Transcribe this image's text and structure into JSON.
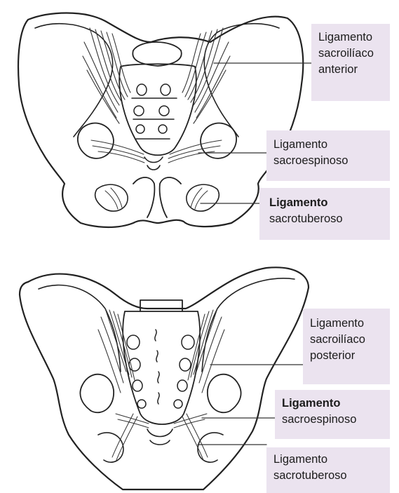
{
  "figure": {
    "anterior_view": {
      "labels": [
        {
          "id": "sacroiliaco-anterior",
          "lines": [
            "Ligamento",
            "sacroilíaco",
            "anterior"
          ]
        },
        {
          "id": "sacroespinoso",
          "lines": [
            "Ligamento",
            "sacroespinoso"
          ]
        },
        {
          "id": "sacrotuberoso",
          "lines": [
            "Ligamento",
            "sacrotuberoso"
          ]
        }
      ]
    },
    "posterior_view": {
      "labels": [
        {
          "id": "sacroiliaco-posterior",
          "lines": [
            "Ligamento",
            "sacroilíaco",
            "posterior"
          ]
        },
        {
          "id": "sacroespinoso",
          "lines": [
            "Ligamento",
            "sacroespinoso"
          ]
        },
        {
          "id": "sacrotuberoso",
          "lines": [
            "Ligamento",
            "sacrotuberoso"
          ]
        }
      ]
    }
  }
}
